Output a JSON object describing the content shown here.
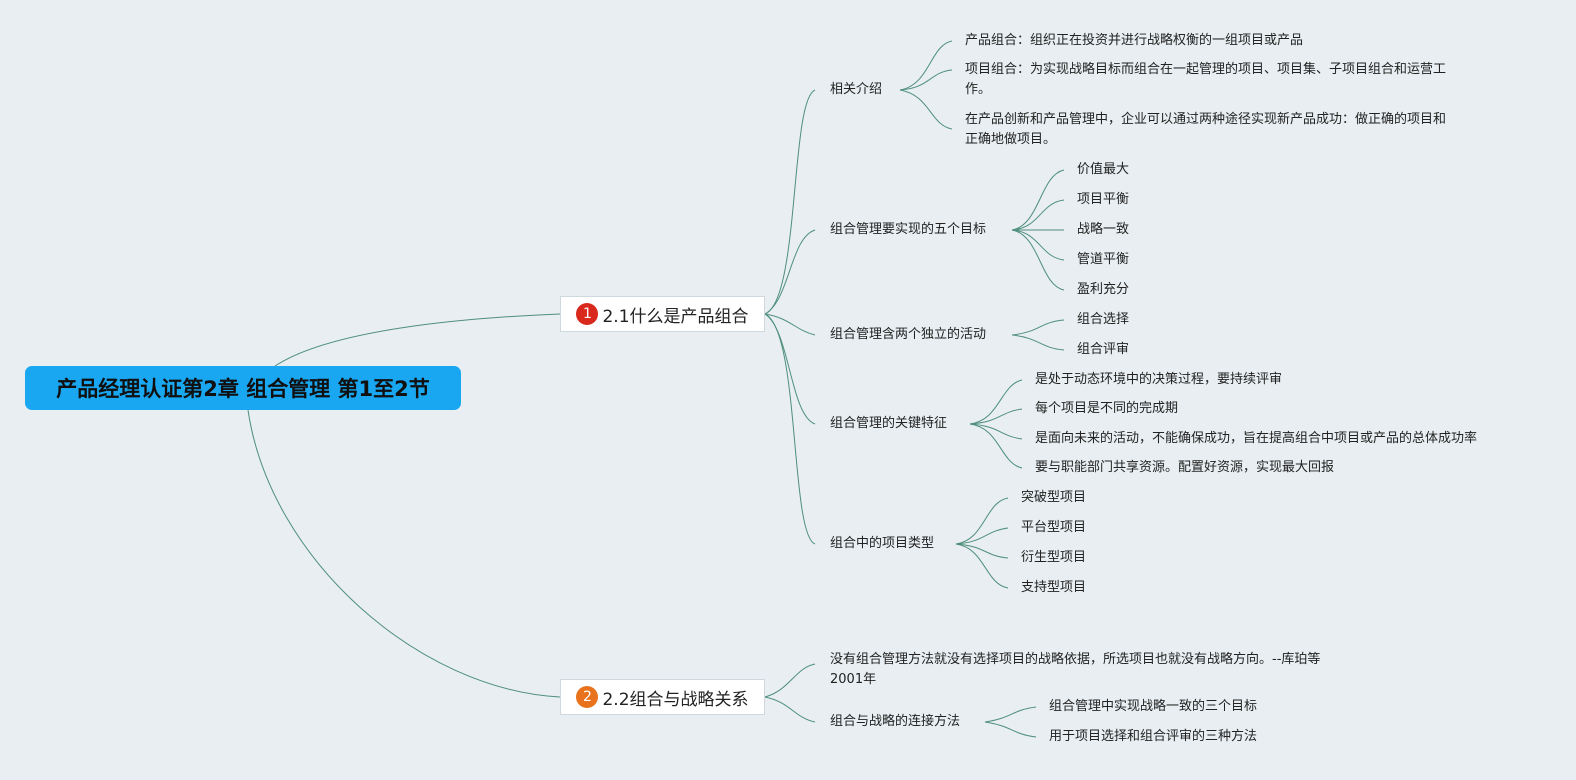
{
  "root": {
    "title": "产品经理认证第2章 组合管理 第1至2节"
  },
  "topics": [
    {
      "marker": "1",
      "marker_color": "#d9291c",
      "title": "2.1什么是产品组合",
      "subtopics": [
        {
          "title": "相关介绍",
          "children": [
            "产品组合：组织正在投资并进行战略权衡的一组项目或产品",
            "项目组合：为实现战略目标而组合在一起管理的项目、项目集、子项目组合和运营工作。",
            "在产品创新和产品管理中，企业可以通过两种途径实现新产品成功：做正确的项目和正确地做项目。"
          ]
        },
        {
          "title": "组合管理要实现的五个目标",
          "children": [
            "价值最大",
            "项目平衡",
            "战略一致",
            "管道平衡",
            "盈利充分"
          ]
        },
        {
          "title": "组合管理含两个独立的活动",
          "children": [
            "组合选择",
            "组合评审"
          ]
        },
        {
          "title": "组合管理的关键特征",
          "children": [
            "是处于动态环境中的决策过程，要持续评审",
            "每个项目是不同的完成期",
            "是面向未来的活动，不能确保成功，旨在提高组合中项目或产品的总体成功率",
            "要与职能部门共享资源。配置好资源，实现最大回报"
          ]
        },
        {
          "title": "组合中的项目类型",
          "children": [
            "突破型项目",
            "平台型项目",
            "衍生型项目",
            "支持型项目"
          ]
        }
      ]
    },
    {
      "marker": "2",
      "marker_color": "#e8731c",
      "title": "2.2组合与战略关系",
      "subtopics": [
        {
          "title": "没有组合管理方法就没有选择项目的战略依据，所选项目也就没有战略方向。--库珀等 2001年",
          "children": []
        },
        {
          "title": "组合与战略的连接方法",
          "children": [
            "组合管理中实现战略一致的三个目标",
            "用于项目选择和组合评审的三种方法"
          ]
        }
      ]
    }
  ],
  "colors": {
    "background": "#e8eef1",
    "root_fill": "#1aa7f2",
    "connector": "#4f8f7c"
  }
}
